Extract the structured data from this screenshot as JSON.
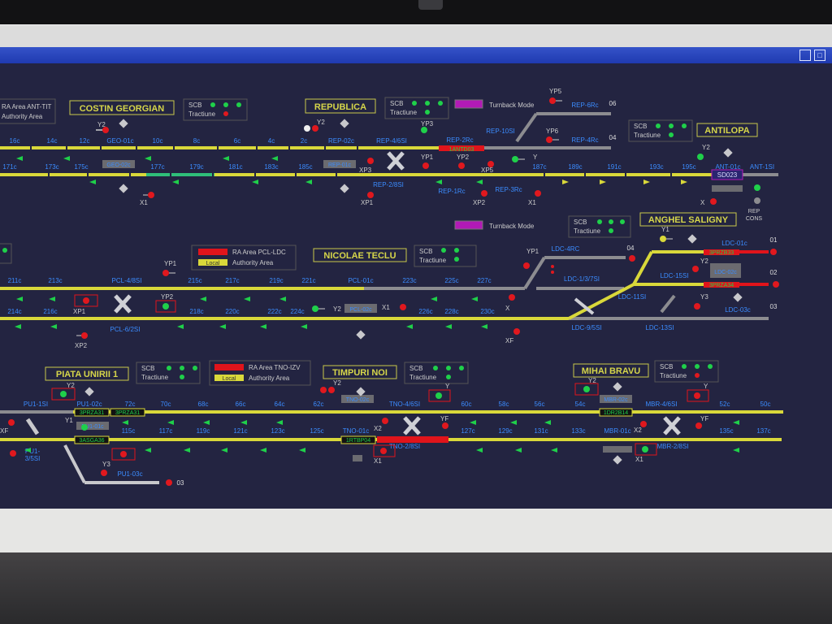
{
  "colors": {
    "panel": "#232441",
    "track_yellow": "#d9d83a",
    "track_grey": "#8c8c90",
    "track_red": "#e0141b",
    "signal_red": "#e0181e",
    "signal_green": "#1fd04a",
    "station_box": "#c8c84a",
    "label_blue": "#3b8cff",
    "magenta": "#b21ab6"
  },
  "icons": {
    "window_control": "maximize-icon",
    "crossover": "x-crossover-icon",
    "direction": "arrow-icon",
    "point_marker": "diamond-icon"
  },
  "top_row": {
    "ra_area_label": "RA Area ANT-TIT",
    "authority_label": "Authority Area",
    "stations": {
      "costin": "COSTIN GEORGIAN",
      "republica": "REPUBLICA",
      "antilopa": "ANTILOPA"
    },
    "scb": "SCB",
    "tractiune": "Tractiune",
    "turnback": "Turnback Mode",
    "signals": {
      "y2": "Y2",
      "y2b": "Y2",
      "yp3": "YP3",
      "yp5": "YP5",
      "yp6": "YP6",
      "yp1": "YP1",
      "yp2": "YP2",
      "y": "Y",
      "xp3": "XP3",
      "xp5": "XP5",
      "xp1": "XP1",
      "xp2": "XP2",
      "x1": "X1",
      "x1b": "X1",
      "x": "X",
      "y2c": "Y2"
    },
    "labels": {
      "rep_6rc": "REP-6Rc",
      "n06": "06",
      "n04": "04",
      "rep_10si": "REP-10SI",
      "rep_4rc": "REP-4Rc",
      "rep_2rc": "REP-2Rc",
      "rep_02c": "REP-02c",
      "rep_4si": "REP-4/6SI",
      "geo_02c": "GEO-02c",
      "rep_2si": "REP-2/8SI",
      "rep_1rc": "REP-1Rc",
      "rep_3rc": "REP-3Rc",
      "ant_01c": "ANT-01c",
      "ant_1si": "ANT-1SI",
      "rep_cons_1": "REP",
      "rep_cons_2": "CONS"
    },
    "upper_blocks": [
      "16c",
      "14c",
      "12c",
      "10c",
      "8c",
      "6c",
      "4c",
      "2c"
    ],
    "geo01c": "GEO-01c",
    "lower_blocks": [
      "171c",
      "173c",
      "175c",
      "177c",
      "179c",
      "181c",
      "183c",
      "185c",
      "187c",
      "189c",
      "191c",
      "193c",
      "195c"
    ],
    "route_top": "1ANTD03",
    "rep01c": "REP-01c",
    "sd023": "SD023"
  },
  "middle_row": {
    "turnback": "Turnback Mode",
    "scb": "SCB",
    "tractiune": "Tractiune",
    "ra_area_label": "RA Area PCL-LDC",
    "local_label": "Local",
    "authority_label": "Authority Area",
    "stations": {
      "nicolae": "NICOLAE TECLU",
      "anghel": "ANGHEL SALIGNY"
    },
    "signals": {
      "yp1": "YP1",
      "yp2": "YP2",
      "xp1": "XP1",
      "xp2": "XP2",
      "yp1b": "YP1",
      "y2": "Y2",
      "x1": "X1",
      "x": "X",
      "xf": "XF",
      "y1": "Y1",
      "y2b": "Y2",
      "y3": "Y3",
      "x2": "X"
    },
    "labels": {
      "ldc_4rc": "LDC-4RC",
      "n04": "04",
      "n01": "01",
      "n02": "02",
      "n03": "03",
      "pcl_4si": "PCL-4/8SI",
      "pcl_01c": "PCL-01c",
      "pcl_62si": "PCL-6/2SI",
      "ldc_13si": "LDC-1/3/7SI",
      "ldc_11si": "LDC-11SI",
      "ldc_15si": "LDC-15SI",
      "ldc_01c": "LDC-01c",
      "ldc_03c": "LDC-03c",
      "ldc_95si": "LDC-9/5SI",
      "ldc_13sib": "LDC-13SI",
      "pcl02c": "PCL-02c",
      "ldc02c": "LDC-02c"
    },
    "upper_blocks": [
      "211c",
      "213c",
      "215c",
      "217c",
      "219c",
      "221c",
      "223c",
      "225c",
      "227c"
    ],
    "lower_blocks": [
      "214c",
      "216c",
      "218c",
      "220c",
      "222c",
      "224c",
      "226c",
      "228c",
      "230c"
    ],
    "routes": {
      "a": "3PRZB33",
      "b": "3PRZA34"
    }
  },
  "bottom_row": {
    "stations": {
      "piata": "PIATA UNIRII 1",
      "timpuri": "TIMPURI NOI",
      "mihai": "MIHAI BRAVU"
    },
    "scb": "SCB",
    "tractiune": "Tractiune",
    "ra_area_label": "RA Area TNO-IZV",
    "local_label": "Local",
    "authority_label": "Authority Area",
    "signals": {
      "y2": "Y2",
      "y1": "Y1",
      "y3": "Y3",
      "xf": "XF",
      "y2b": "Y2",
      "y": "Y",
      "yf": "YF",
      "x2": "X2",
      "x1": "X1",
      "y2c": "Y2",
      "y3c": "Y",
      "yfc": "YF",
      "x2c": "X2",
      "x1c": "X1"
    },
    "labels": {
      "pu1_1si": "PU1-1SI",
      "pu1_02c": "PU1-02c",
      "pu1_01c": "PU1-01c",
      "pu1_3si": "PU1-3/5SI",
      "pu1_03c": "PU1-03c",
      "pu1_3si_1": "PU1-",
      "pu1_3si_2": "3/5SI",
      "n03": "03",
      "tno_02c": "TNO-02c",
      "tno_4si": "TNO-4/6SI",
      "tno_01c": "TNO-01c",
      "tno_2si": "TNO-2/8SI",
      "mbr_02c": "MBR-02c",
      "mbr_4si": "MBR-4/6SI",
      "mbr_01c": "MBR-01c",
      "mbr_2si": "MBR-2/8SI"
    },
    "upper_blocks": [
      "72c",
      "70c",
      "68c",
      "66c",
      "64c",
      "62c",
      "60c",
      "58c",
      "56c",
      "54c",
      "52c",
      "50c"
    ],
    "lower_blocks": [
      "115c",
      "117c",
      "119c",
      "121c",
      "123c",
      "125c",
      "127c",
      "129c",
      "131c",
      "133c",
      "135c",
      "137c"
    ],
    "routes": {
      "a": "3PRZA31",
      "b": "3PRZA31",
      "c": "3ASGA36",
      "d": "1RTBP04",
      "e": "1DR2B14"
    }
  }
}
